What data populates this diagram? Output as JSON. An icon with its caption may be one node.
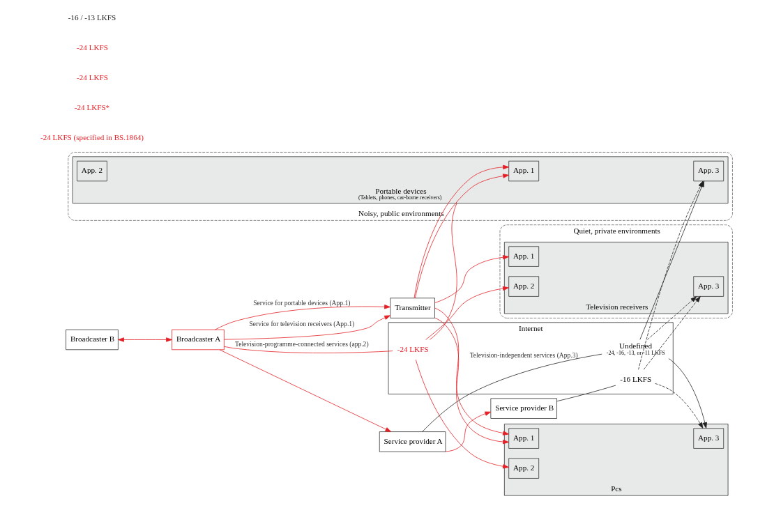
{
  "diagram": {
    "nodes": [
      {
        "text": [
          "Broadcaster B"
        ]
      },
      {
        "text": [
          "Broadcaster A"
        ]
      },
      {
        "text": [
          "Transmitter"
        ]
      },
      {
        "text": [
          "Internet"
        ]
      },
      {
        "text": [
          "-24 LKFS"
        ],
        "in": 3
      },
      {
        "text": [
          "Undefined",
          "-24, -16, -13, or -11 LKFS"
        ],
        "in": 3
      },
      {
        "text": [
          "-16 LKFS"
        ],
        "in": 3
      },
      {
        "text": [
          "Service provider A"
        ]
      },
      {
        "text": [
          "Service provider B"
        ]
      },
      {
        "text": [
          "Quiet, private environments"
        ]
      },
      {
        "text": [
          "Television receivers"
        ],
        "in": 9
      },
      {
        "text": [
          "App. 1"
        ],
        "in": 10
      },
      {
        "text": [
          "App. 2"
        ],
        "in": 10
      },
      {
        "text": [
          "App. 3"
        ],
        "in": 10
      },
      {
        "text": [
          "Noisy, public environments"
        ]
      },
      {
        "text": [
          "Pcs"
        ]
      },
      {
        "text": [
          "App. 1"
        ],
        "in": 15
      },
      {
        "text": [
          "App. 2"
        ],
        "in": 15
      },
      {
        "text": [
          "App. 3"
        ],
        "in": 15
      },
      {
        "text": [
          "Portable devices",
          "(Tablets, phones, car-borne receivers)"
        ],
        "in": 14
      },
      {
        "text": [
          "App. 1"
        ],
        "in": 19
      },
      {
        "text": [
          "App. 2"
        ],
        "in": 19
      },
      {
        "text": [
          "App. 3"
        ],
        "in": 19
      }
    ],
    "edges": [
      {
        "from": 0,
        "to": 1,
        "arrow": "both"
      },
      {
        "from": 1,
        "to": 2,
        "arrow": "to",
        "label": "Service for television receivers (App.1)"
      },
      {
        "from": 1,
        "to": 2,
        "arrow": "to",
        "label": "Service for portable devices (App.1)"
      },
      {
        "from": 1,
        "to": 4,
        "arrow": "none",
        "label": "Television-programme-connected services (app.2)"
      },
      {
        "from": 1,
        "to": 7,
        "arrow": "to"
      },
      {
        "from": 7,
        "to": 8,
        "arrow": "to"
      },
      {
        "from": 7,
        "to": 5,
        "arrow": "none",
        "label": "Television-independent services (App.3)",
        "color": "#222222"
      },
      {
        "from": 8,
        "to": 6,
        "arrow": "none",
        "color": "#222222"
      },
      {
        "from": 2,
        "to": 11,
        "arrow": "to"
      },
      {
        "from": 2,
        "to": 16,
        "arrow": "to"
      },
      {
        "from": 2,
        "to": 16,
        "arrow": "to"
      },
      {
        "from": 2,
        "to": 20,
        "arrow": "to"
      },
      {
        "from": 2,
        "to": 20,
        "arrow": "to"
      },
      {
        "from": 4,
        "to": 12,
        "arrow": "to"
      },
      {
        "from": 4,
        "to": 17,
        "arrow": "to"
      },
      {
        "from": 4,
        "to": 19,
        "arrow": "none"
      },
      {
        "from": 5,
        "to": 13,
        "arrow": "to",
        "style": "dashed",
        "color": "#222222"
      },
      {
        "from": 5,
        "to": 18,
        "arrow": "to",
        "color": "#222222"
      },
      {
        "from": 5,
        "to": 22,
        "arrow": "to",
        "color": "#222222"
      },
      {
        "from": 6,
        "to": 13,
        "arrow": "to",
        "style": "dashed",
        "color": "#222222"
      },
      {
        "from": 6,
        "to": 18,
        "arrow": "to",
        "style": "dashed",
        "color": "#222222"
      },
      {
        "from": 6,
        "to": 22,
        "arrow": "to",
        "style": "dashed",
        "color": "#222222"
      }
    ],
    "labels": [
      "-24 LKFS (specified in BS.1864)",
      "-24 LKFS*",
      "-24 LKFS",
      "-24 LKFS",
      "-16 / -13 LKFS"
    ]
  }
}
